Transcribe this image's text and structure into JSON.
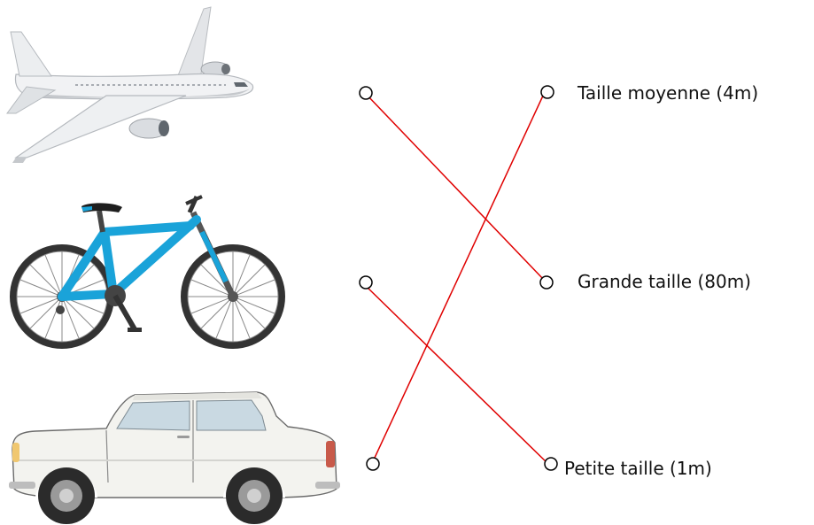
{
  "exercise": {
    "items": [
      {
        "name": "airplane"
      },
      {
        "name": "bicycle"
      },
      {
        "name": "car"
      }
    ],
    "labels": [
      {
        "text": "Taille moyenne (4m)"
      },
      {
        "text": "Grande taille (80m)"
      },
      {
        "text": "Petite taille (1m)"
      }
    ],
    "connections": [
      {
        "from": "airplane",
        "to": "Grande taille (80m)"
      },
      {
        "from": "bicycle",
        "to": "Petite taille (1m)"
      },
      {
        "from": "car",
        "to": "Taille moyenne (4m)"
      }
    ]
  },
  "colors": {
    "line": "#e00000",
    "circle_stroke": "#000000",
    "car_body": "#f3f3ef",
    "car_window": "#c9d9e2",
    "tire": "#2b2b2b",
    "hubcap": "#9a9a9a",
    "bike_frame": "#1aa3d9",
    "bike_dark": "#333333",
    "plane_body": "#f1f2f4",
    "plane_shade": "#c5c8cc"
  }
}
